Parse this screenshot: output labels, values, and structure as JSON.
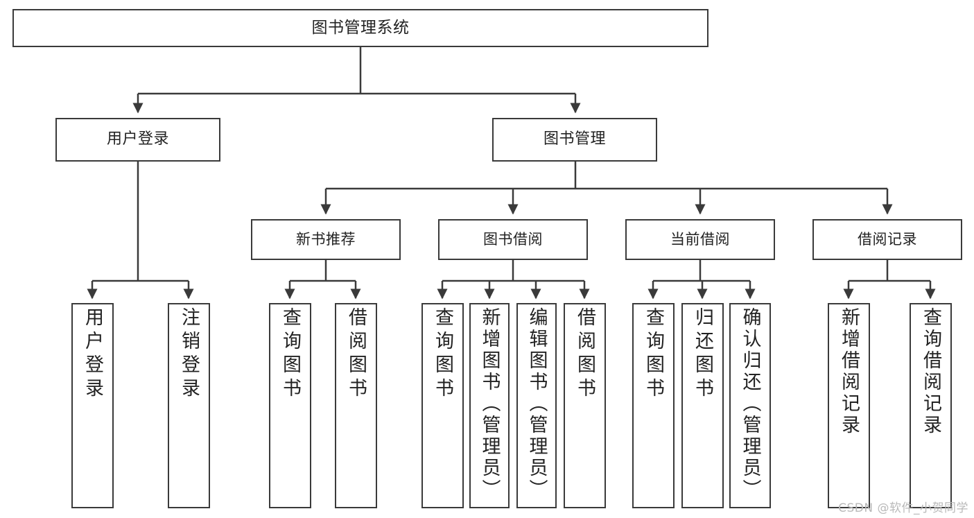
{
  "diagram": {
    "title": "图书管理系统",
    "type": "hierarchy-tree",
    "watermark": "CSDN @软件_小贺同学",
    "colors": {
      "box_border": "#3a3a3a",
      "box_fill": "#ffffff",
      "connector": "#3a3a3a",
      "text": "#222222",
      "watermark": "#b9b9b9"
    },
    "nodes": {
      "root": {
        "label": "图书管理系统"
      },
      "level2": [
        {
          "id": "user-login",
          "label": "用户登录"
        },
        {
          "id": "book-manage",
          "label": "图书管理"
        }
      ],
      "level3": [
        {
          "id": "new-book-recommend",
          "label": "新书推荐"
        },
        {
          "id": "book-borrow",
          "label": "图书借阅"
        },
        {
          "id": "current-borrow",
          "label": "当前借阅"
        },
        {
          "id": "borrow-record",
          "label": "借阅记录"
        }
      ],
      "leaves": {
        "user-login": [
          {
            "id": "leaf-user-login",
            "label": "用户登录"
          },
          {
            "id": "leaf-user-logout",
            "label": "注销登录"
          }
        ],
        "new-book-recommend": [
          {
            "id": "leaf-query-book-1",
            "label": "查询图书"
          },
          {
            "id": "leaf-borrow-book-1",
            "label": "借阅图书"
          }
        ],
        "book-borrow": [
          {
            "id": "leaf-query-book-2",
            "label": "查询图书"
          },
          {
            "id": "leaf-add-book",
            "label": "新增图书（管理员）"
          },
          {
            "id": "leaf-edit-book",
            "label": "编辑图书（管理员）"
          },
          {
            "id": "leaf-borrow-book-2",
            "label": "借阅图书"
          }
        ],
        "current-borrow": [
          {
            "id": "leaf-query-book-3",
            "label": "查询图书"
          },
          {
            "id": "leaf-return-book",
            "label": "归还图书"
          },
          {
            "id": "leaf-confirm-return",
            "label": "确认归还（管理员）"
          }
        ],
        "borrow-record": [
          {
            "id": "leaf-add-record",
            "label": "新增借阅记录"
          },
          {
            "id": "leaf-query-record",
            "label": "查询借阅记录"
          }
        ]
      }
    }
  }
}
